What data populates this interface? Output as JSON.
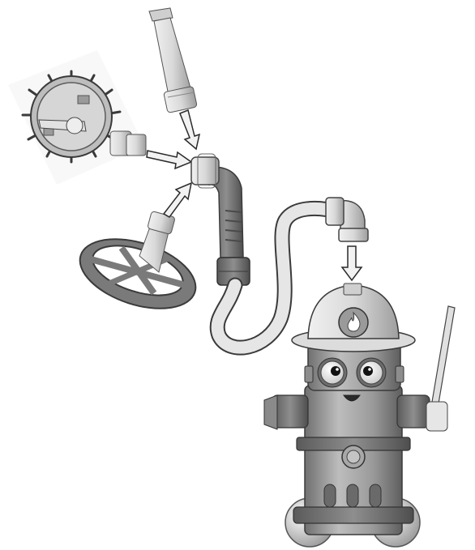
{
  "diagram": {
    "style": "grayscale assembly illustration",
    "colors": {
      "background": "#ffffff",
      "light_part": "#d9d9d9",
      "mid_part": "#a8a8a8",
      "dark_part": "#7d7d7d",
      "outline": "#3a3a3a",
      "hose": "#e6e6e6",
      "arrow_fill": "#f2f2f2"
    },
    "parts": [
      {
        "id": "nozzle",
        "icon": "spray-nozzle-icon"
      },
      {
        "id": "sprinkler-head",
        "icon": "rotary-sprinkler-icon"
      },
      {
        "id": "steering-wheel",
        "icon": "wheel-icon"
      },
      {
        "id": "elbow-connector",
        "icon": "pipe-elbow-icon"
      },
      {
        "id": "water-hose",
        "icon": "hose-icon"
      },
      {
        "id": "hydrant-character",
        "icon": "fire-hydrant-icon"
      }
    ],
    "arrows": [
      {
        "from": "nozzle",
        "to": "elbow-connector"
      },
      {
        "from": "sprinkler-head",
        "to": "elbow-connector"
      },
      {
        "from": "steering-wheel",
        "to": "elbow-connector"
      },
      {
        "from": "water-hose",
        "to": "hydrant-character"
      }
    ],
    "helmet_emblem": "flame-icon"
  }
}
